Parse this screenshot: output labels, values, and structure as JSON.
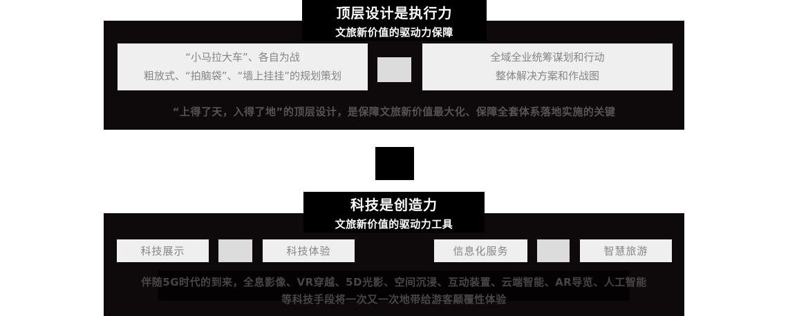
{
  "colors": {
    "page_bg": "#ffffff",
    "panel_bg": "#0e090a",
    "title_box_bg": "#000000",
    "title_text": "#ffffff",
    "white_box_bg": "#efefef",
    "arrow_block_bg": "#dcdcdc",
    "box_text": "#858585",
    "section1_caption_text": "#575353",
    "section2_caption_text": "#4a4546",
    "mid_square_bg": "#000000"
  },
  "section1": {
    "title": "顶层设计是执行力",
    "subtitle": "文旅新价值的驱动力保障",
    "box_left": {
      "line1": "“小马拉大车”、各自为战",
      "line2": "粗放式、“拍脑袋”、“墙上挂挂”的规划策划"
    },
    "box_right": {
      "line1": "全域全业统筹谋划和行动",
      "line2": "整体解决方案和作战图"
    },
    "caption": "“上得了天，入得了地”的顶层设计，是保障文旅新价值最大化、保障全套体系落地实施的关键"
  },
  "section2": {
    "title": "科技是创造力",
    "subtitle": "文旅新价值的驱动力工具",
    "boxes": [
      {
        "label": "科技展示"
      },
      {
        "label": "科技体验"
      },
      {
        "label": "信息化服务"
      },
      {
        "label": "智慧旅游"
      }
    ],
    "caption_line1": "伴随5G时代的到来，全息影像、VR穿越、5D光影、空间沉浸、互动装置、云端智能、AR导览、人工智能",
    "caption_line2": "等科技手段将一次又一次地带给游客颠覆性体验"
  }
}
